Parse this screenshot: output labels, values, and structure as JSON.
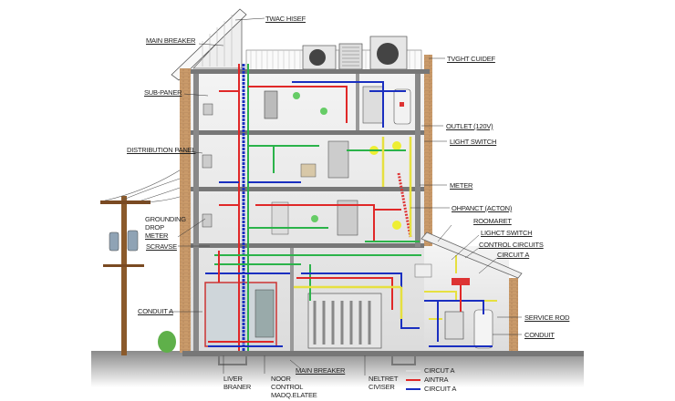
{
  "title_label": "TWAC HISEF",
  "left_labels": {
    "main_breaker": "MAIN BREAKER",
    "sub_panel": "SUB-PANER",
    "distribution_panel": "DISTRIBUTION PANEL",
    "grounding": "GROUNDING",
    "drop": "DROP",
    "meter": "METER",
    "scravse": "SCRAVSE",
    "conduit_a": "CONDUIT A"
  },
  "right_labels": {
    "tvght_cuidef": "TVGHT CUIDEF",
    "outlet": "OUTLET (120V)",
    "light_switch": "LIGHT SWITCH",
    "meter": "METER",
    "ohpanct": "OHPANCT (ACTON)",
    "roomaret": "ROOMARET",
    "lighct_switch": "LIGHCT SWITCH",
    "control_circuits": "CONTROL CIRCUITS",
    "circuit_a": "CIRCUIT A",
    "service_rod": "SERVICE ROD",
    "conduit": "CONDUIT"
  },
  "bottom_labels": {
    "liver_braner": [
      "LIVER",
      "BRANER"
    ],
    "noor_control": [
      "NOOR",
      "CONTROL",
      "MADQ.ELATEE"
    ],
    "main_breaker": "MAIN BREAKER",
    "neltret_civiser": [
      "NELTRET",
      "CIVISER"
    ]
  },
  "legend": [
    {
      "label": "CIRCUT A",
      "color": "#d8d8d8"
    },
    {
      "label": "AINTRA",
      "color": "#e02828"
    },
    {
      "label": "CIRCUIT A",
      "color": "#1a2fc0"
    }
  ],
  "colors": {
    "red": "#e02828",
    "blue": "#1a2fc0",
    "green": "#2bb34a",
    "yellow": "#e6e040",
    "brick": "#c99a6a",
    "wall": "#7a7a7a"
  }
}
